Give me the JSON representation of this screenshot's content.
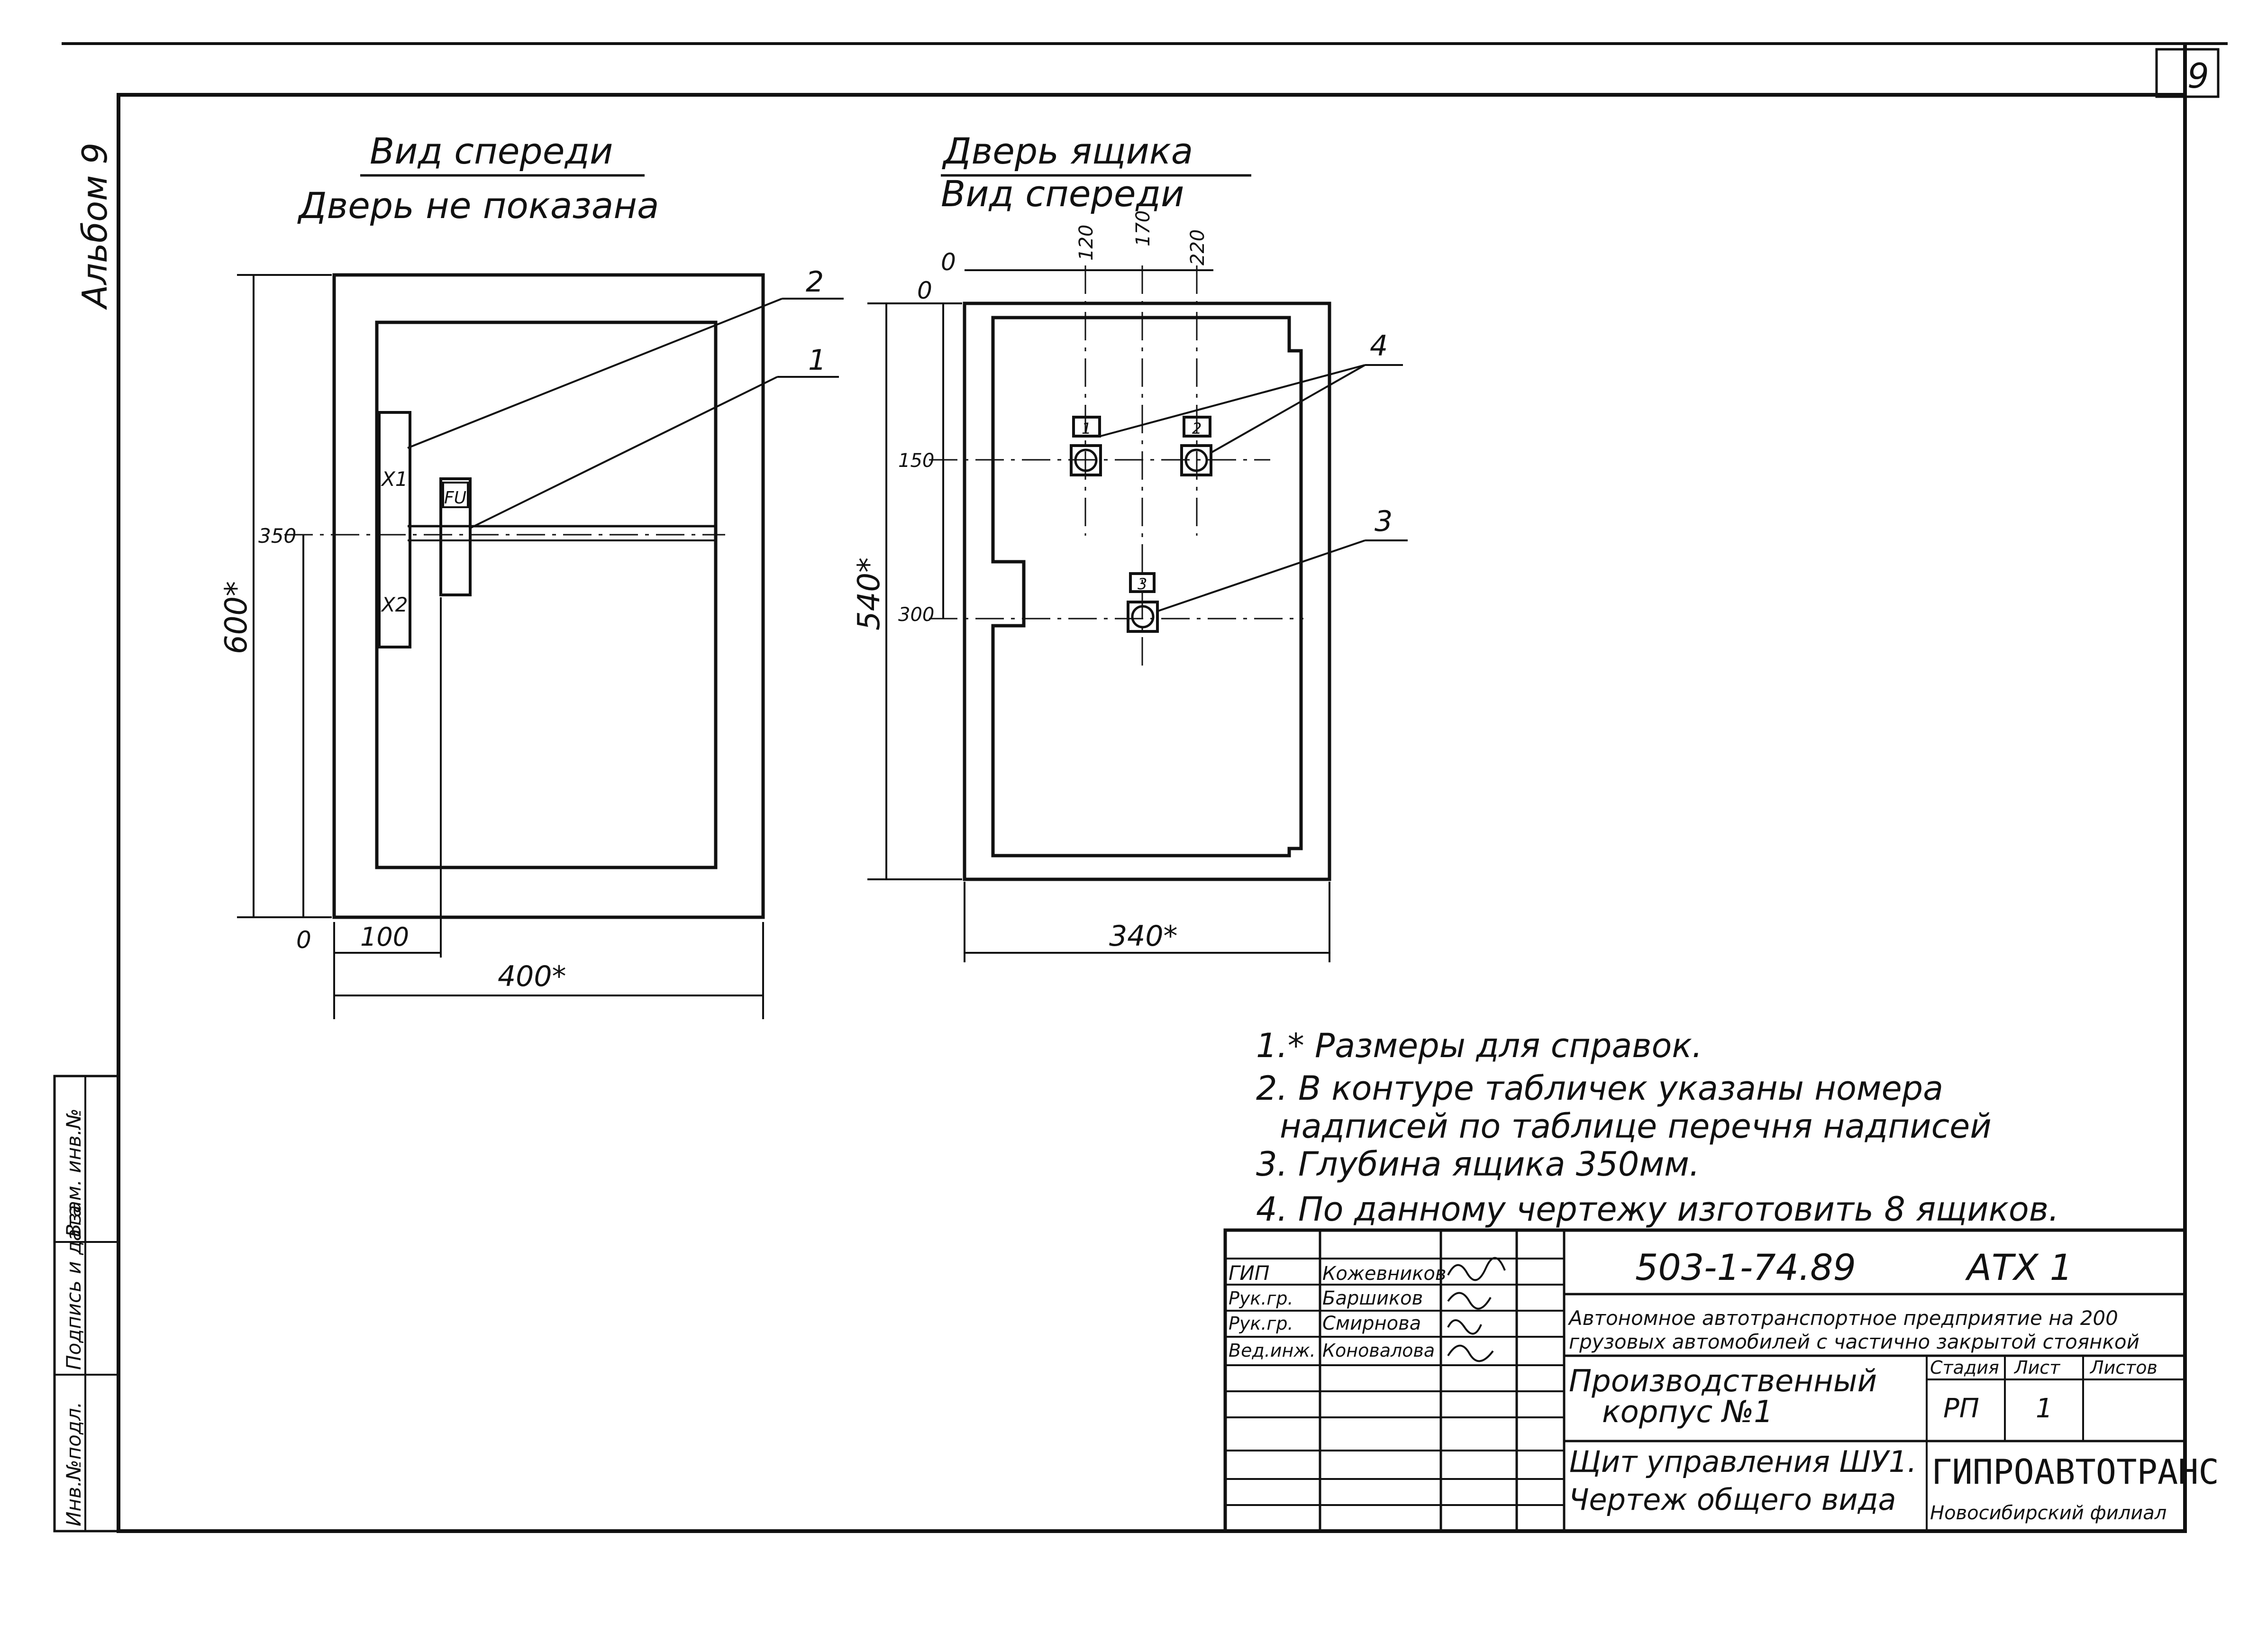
{
  "sheet": {
    "page_number": "9",
    "album_label": "Альбом 9",
    "side_labels": [
      "Инв.№подл.",
      "Подпись и дата",
      "Взам. инв.№"
    ]
  },
  "view_front": {
    "title_line1": "Вид спереди",
    "title_line2": "Дверь не показана",
    "dim_height": "600*",
    "dim_width": "400*",
    "dim_offset": "100",
    "dim_zero": "0",
    "dim_350": "350",
    "terminal_x1": "X1",
    "terminal_x2": "X2",
    "fuse_label": "FU",
    "callout_1": "1",
    "callout_2": "2"
  },
  "view_door": {
    "title_line1": "Дверь ящика",
    "title_line2": "Вид спереди",
    "dim_height": "540*",
    "dim_width": "340*",
    "dim_zero_x": "0",
    "dim_zero_y": "0",
    "dim_120": "120",
    "dim_170": "170",
    "dim_220": "220",
    "dim_150": "150",
    "dim_300": "300",
    "plate_1": "1",
    "plate_2": "2",
    "plate_3": "3",
    "callout_3": "3",
    "callout_4": "4"
  },
  "notes": [
    "1.* Размеры для справок.",
    "2. В контуре табличек указаны номера",
    "надписей по таблице перечня надписей",
    "3. Глубина ящика 350мм.",
    "4. По данному чертежу изготовить 8 ящиков."
  ],
  "title_block": {
    "doc_code": "503-1-74.89",
    "doc_mark": "АТХ 1",
    "roles": [
      "ГИП",
      "Рук.гр.",
      "Рук.гр.",
      "Вед.инж."
    ],
    "names": [
      "Кожевников",
      "Баршиков",
      "Смирнова",
      "Коновалова"
    ],
    "project_line1": "Автономное автотранспортное предприятие на 200",
    "project_line2": "грузовых автомобилей с частично закрытой стоянкой",
    "building_line1": "Производственный",
    "building_line2": "корпус №1",
    "col_stage": "Стадия",
    "col_sheet": "Лист",
    "col_sheets": "Листов",
    "stage_value": "РП",
    "sheet_value": "1",
    "drawing_line1": "Щит управления ШУ1.",
    "drawing_line2": "Чертеж общего вида",
    "org_name": "ГИПРОАВТОТРАНС",
    "org_branch": "Новосибирский филиал"
  }
}
